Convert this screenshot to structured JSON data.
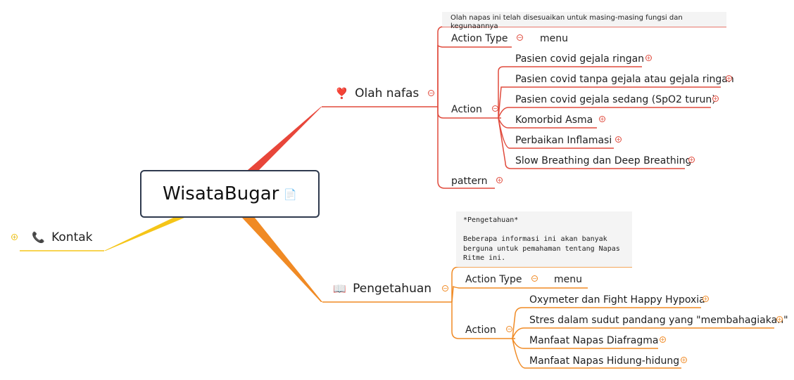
{
  "root": {
    "title": "WisataBugar",
    "note_icon": "note-icon"
  },
  "branches": {
    "olah": {
      "emoji": "❣️",
      "label": "Olah nafas",
      "color": "#e8463a",
      "note": "Olah napas ini telah disesuaikan untuk masing-masing fungsi dan kegunaannya",
      "action_type": {
        "label": "Action Type",
        "value": "menu"
      },
      "action": {
        "label": "Action",
        "items": [
          "Pasien covid gejala ringan",
          "Pasien covid tanpa gejala atau gejala ringan",
          "Pasien covid gejala sedang (SpO2 turun)",
          "Komorbid Asma",
          "Perbaikan Inflamasi",
          "Slow Breathing dan Deep Breathing"
        ]
      },
      "pattern": {
        "label": "pattern"
      }
    },
    "pengetahuan": {
      "emoji": "📖",
      "label": "Pengetahuan",
      "color": "#f08a24",
      "note": "*Pengetahuan*\n\nBeberapa informasi ini akan banyak\nberguna untuk pemahaman tentang Napas\nRitme ini.",
      "action_type": {
        "label": "Action Type",
        "value": "menu"
      },
      "action": {
        "label": "Action",
        "items": [
          "Oxymeter dan Fight Happy Hypoxia",
          "Stres dalam sudut pandang yang \"membahagiakan\"",
          "Manfaat Napas Diafragma",
          "Manfaat Napas Hidung-hidung"
        ]
      }
    },
    "kontak": {
      "emoji": "📞",
      "label": "Kontak",
      "color": "#f5c518"
    }
  }
}
